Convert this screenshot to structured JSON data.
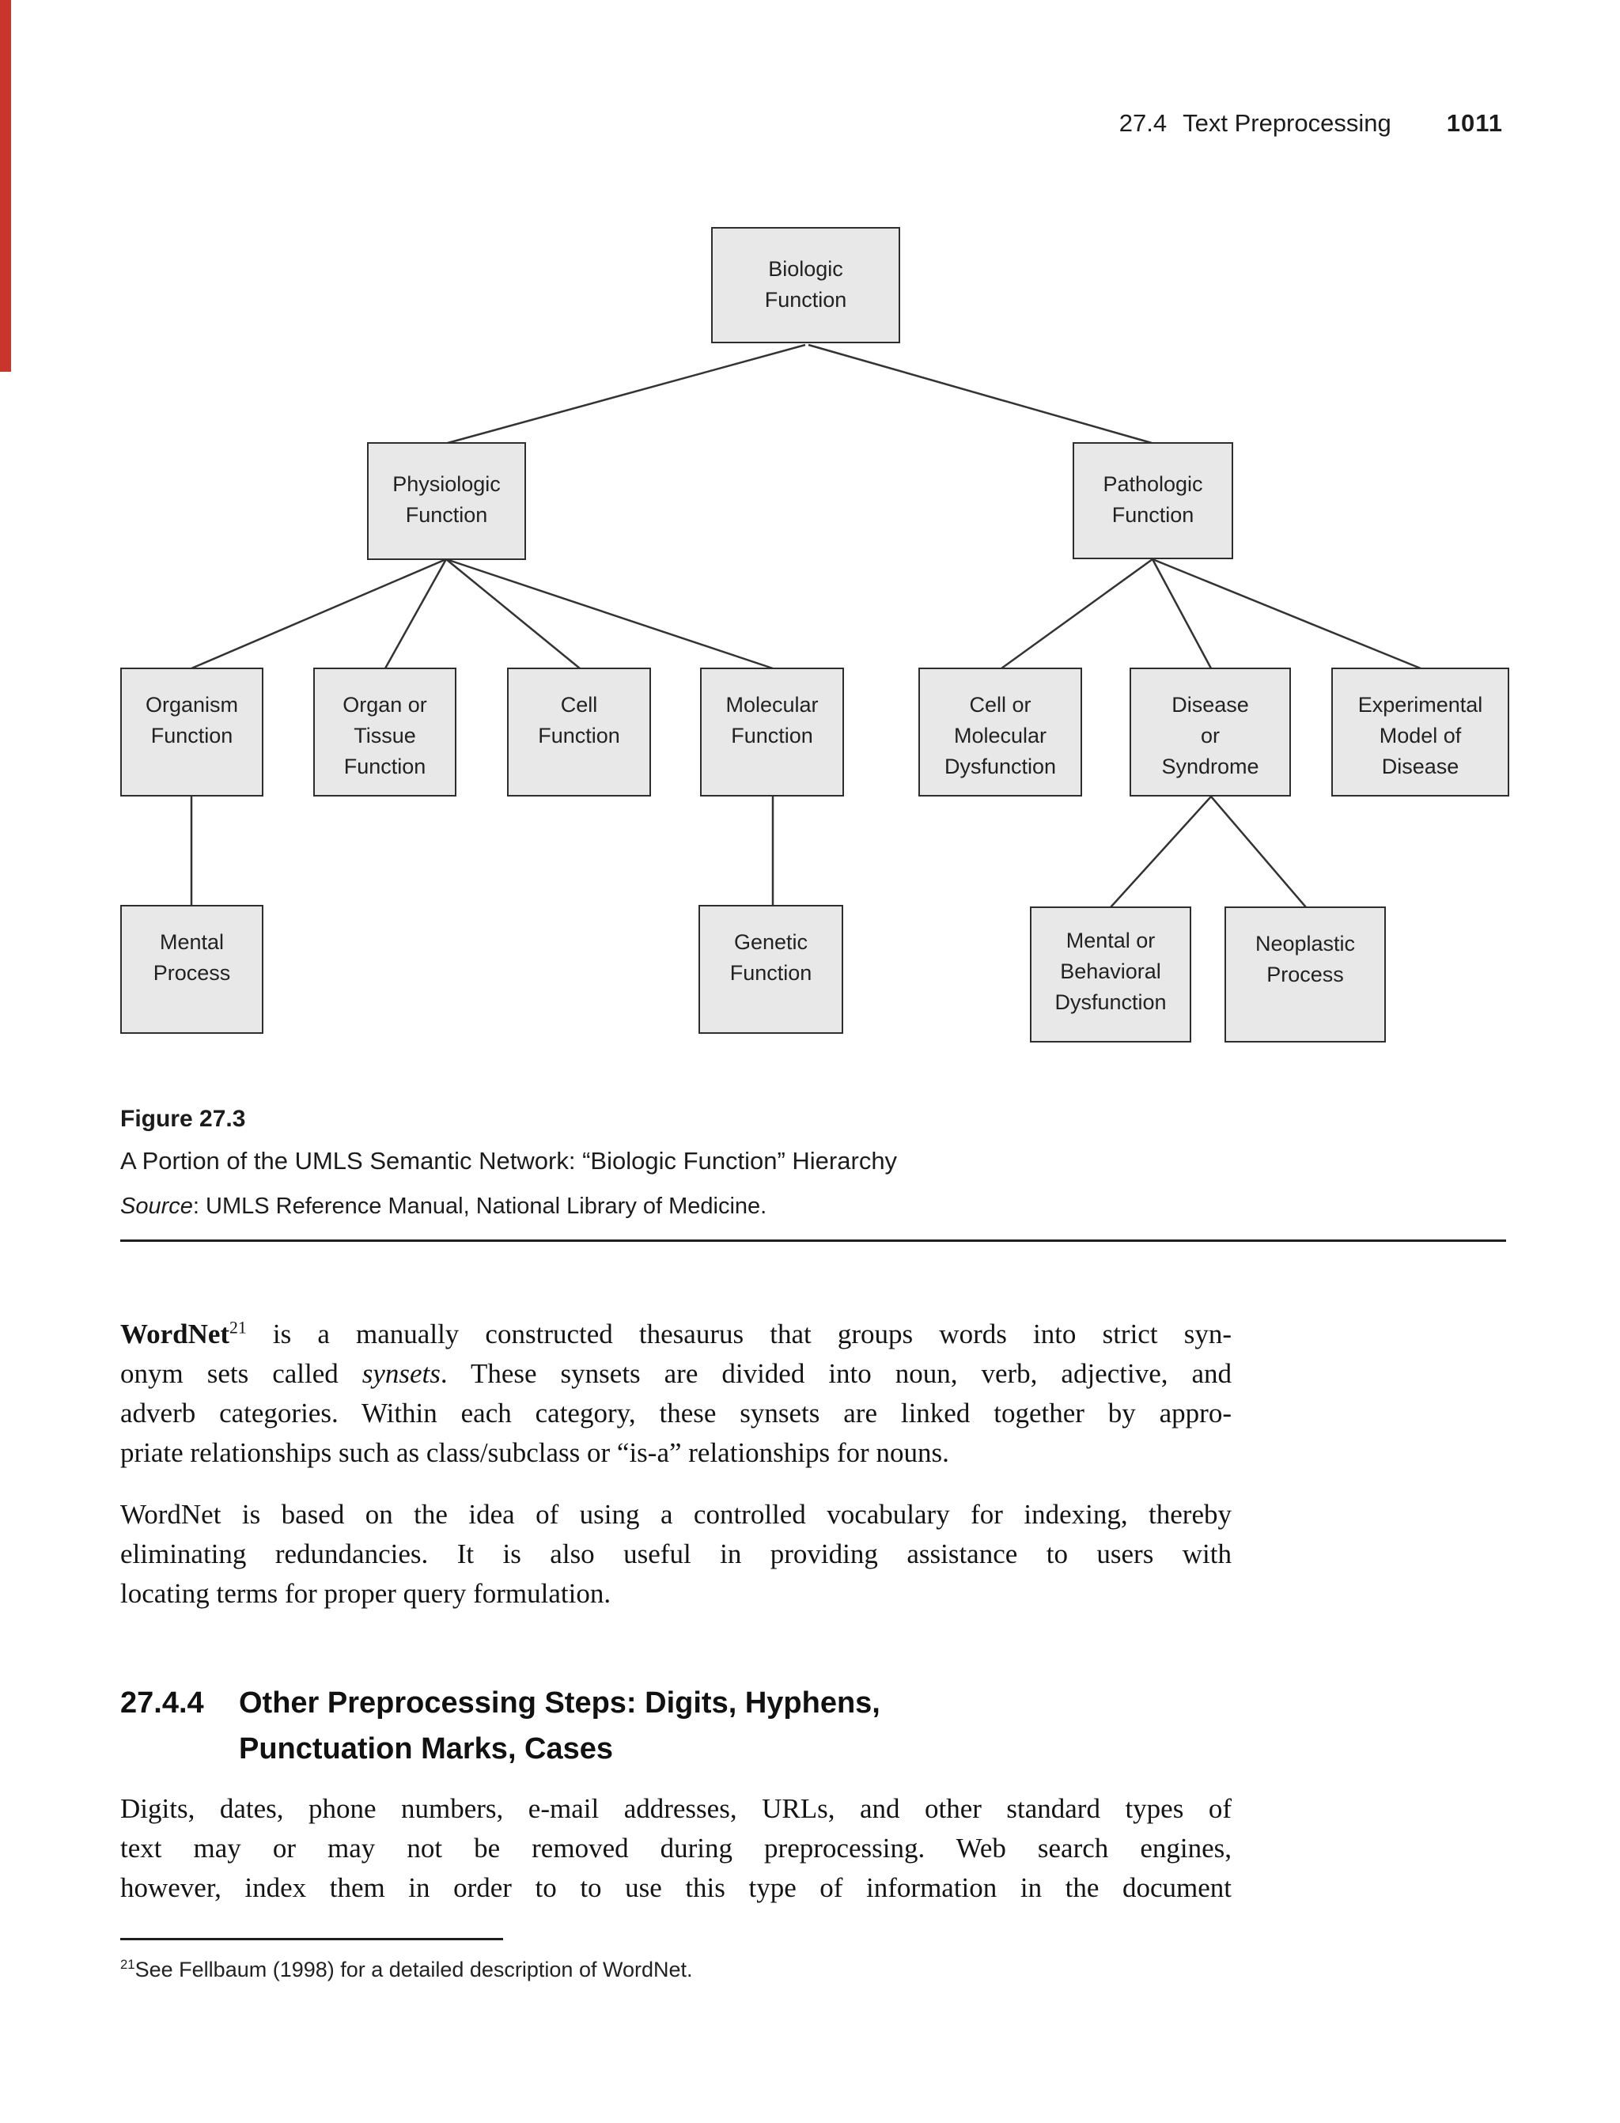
{
  "page_header": {
    "section_number": "27.4",
    "section_title": "Text Preprocessing",
    "page_number": "1011"
  },
  "colors": {
    "chapter_tab_red": "#c9342c",
    "node_fill": "#e8e8e8",
    "node_border": "#2e2e2e",
    "text": "#1c1c1c"
  },
  "figure": {
    "nodes": [
      {
        "id": "biologic-function",
        "label": "Biologic\nFunction"
      },
      {
        "id": "physiologic-function",
        "label": "Physiologic\nFunction"
      },
      {
        "id": "pathologic-function",
        "label": "Pathologic\nFunction"
      },
      {
        "id": "organism-function",
        "label": "Organism\nFunction"
      },
      {
        "id": "organ-or-tissue-function",
        "label": "Organ or\nTissue\nFunction"
      },
      {
        "id": "cell-function",
        "label": "Cell\nFunction"
      },
      {
        "id": "molecular-function",
        "label": "Molecular\nFunction"
      },
      {
        "id": "cell-or-molecular-dysfunction",
        "label": "Cell or\nMolecular\nDysfunction"
      },
      {
        "id": "disease-or-syndrome",
        "label": "Disease\nor\nSyndrome"
      },
      {
        "id": "experimental-model-of-disease",
        "label": "Experimental\nModel of\nDisease"
      },
      {
        "id": "mental-process",
        "label": "Mental\nProcess"
      },
      {
        "id": "genetic-function",
        "label": "Genetic\nFunction"
      },
      {
        "id": "mental-or-behavioral-dysfunction",
        "label": "Mental or\nBehavioral\nDysfunction"
      },
      {
        "id": "neoplastic-process",
        "label": "Neoplastic\nProcess"
      }
    ],
    "caption_label": "Figure 27.3",
    "caption_text": "A Portion of the UMLS Semantic Network: “Biologic Function” Hierarchy",
    "source_word": "Source",
    "source_rest": ": UMLS Reference Manual, National Library of Medicine."
  },
  "paragraph1": {
    "l1_bold": "WordNet",
    "l1_sup": "21",
    "l1_rest": " is a manually constructed thesaurus that groups words into strict syn-",
    "l2_a": "onym sets called ",
    "l2_italic": "synsets",
    "l2_b": ". These synsets are divided into noun, verb, adjective, and",
    "l3": "adverb categories. Within each category, these synsets are linked together by appro-",
    "l4": "priate relationships such as class/subclass or “is-a” relationships for nouns."
  },
  "paragraph2": {
    "l1": "WordNet is based on the idea of using a controlled vocabulary for indexing, thereby",
    "l2": "eliminating redundancies. It is also useful in providing assistance to users with",
    "l3": "locating terms for proper query formulation."
  },
  "heading": {
    "number": "27.4.4",
    "line1": "Other Preprocessing Steps: Digits, Hyphens,",
    "line2": "Punctuation Marks, Cases"
  },
  "paragraph3": {
    "l1": "Digits, dates, phone numbers, e-mail addresses, URLs, and other standard types of",
    "l2": "text may or may not be removed during preprocessing. Web search engines,",
    "l3": "however, index them in order to to use this type of information in the document"
  },
  "footnote": {
    "sup": "21",
    "text": "See Fellbaum (1998) for a detailed description of WordNet."
  }
}
